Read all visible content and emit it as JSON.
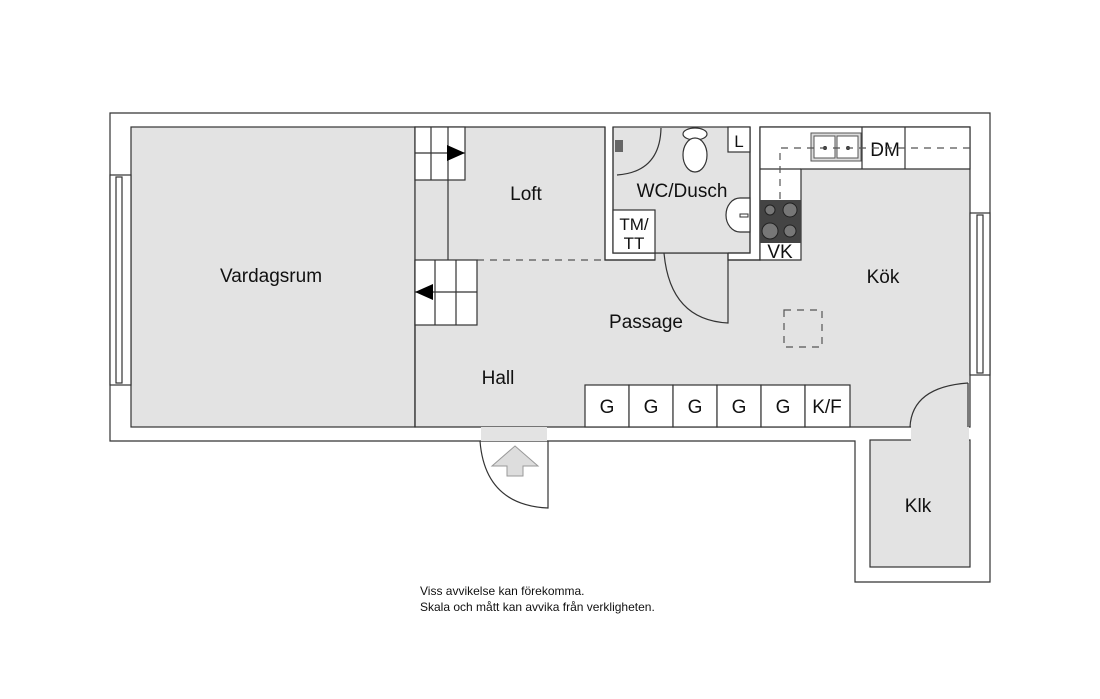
{
  "rooms": {
    "vardagsrum": "Vardagsrum",
    "loft": "Loft",
    "wc_dusch": "WC/Dusch",
    "passage": "Passage",
    "hall": "Hall",
    "kok": "Kök",
    "klk": "Klk"
  },
  "fixtures": {
    "tm_tt_line1": "TM/",
    "tm_tt_line2": "TT",
    "linen": "L",
    "dishwasher": "DM",
    "stove": "VK",
    "closets": [
      "G",
      "G",
      "G",
      "G",
      "G",
      "K/F"
    ]
  },
  "disclaimer": {
    "line1": "Viss avvikelse kan förekomma.",
    "line2": "Skala och mått kan avvika från verkligheten."
  },
  "colors": {
    "floor": "#e3e3e3",
    "wall": "#ffffff",
    "stroke": "#333333"
  }
}
